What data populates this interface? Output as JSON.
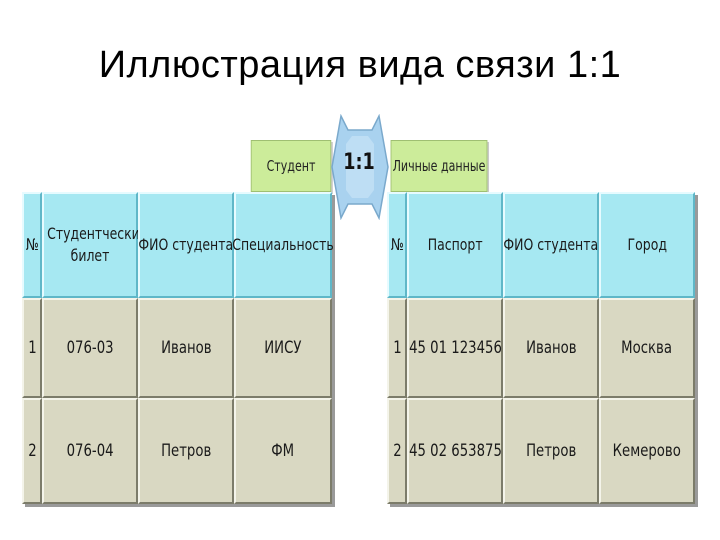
{
  "title": "Иллюстрация вида связи 1:1",
  "relation": {
    "left_table_name": "Студент",
    "right_table_name": "Личные данные",
    "type": "1:1"
  },
  "left_table": {
    "columns": [
      "№",
      "Студентческий билет",
      "ФИО студента",
      "Специальность"
    ],
    "rows": [
      [
        "1",
        "076-03",
        "Иванов",
        "ИИСУ"
      ],
      [
        "2",
        "076-04",
        "Петров",
        "ФМ"
      ]
    ]
  },
  "right_table": {
    "columns": [
      "№",
      "Паспорт",
      "ФИО студента",
      "Город"
    ],
    "rows": [
      [
        "1",
        "45 01 123456",
        "Иванов",
        "Москва"
      ],
      [
        "2",
        "45 02 653875",
        "Петров",
        "Кемерово"
      ]
    ]
  },
  "colors": {
    "tab": "#ccec9a",
    "header": "#a6e8f2",
    "data_cell": "#d9d8c2",
    "arrow": "#a9d2ef"
  }
}
